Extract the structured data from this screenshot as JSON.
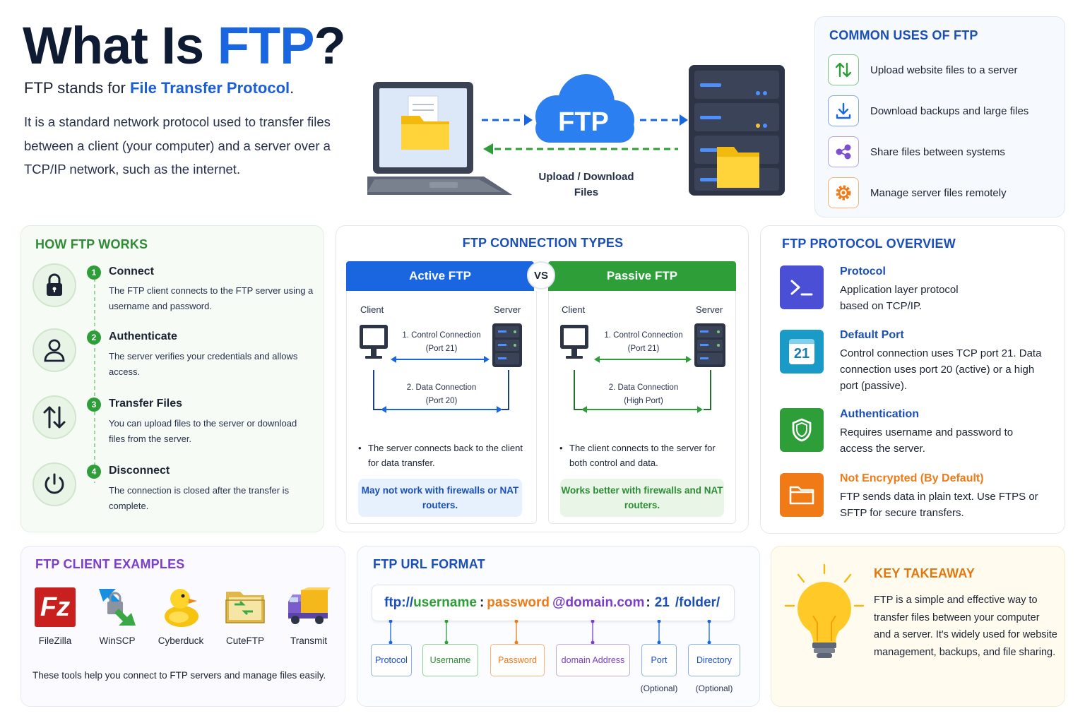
{
  "header": {
    "title_pre": "What Is ",
    "title_accent": "FTP",
    "title_post": "?",
    "subtitle_pre": "FTP stands for ",
    "subtitle_bold": "File Transfer Protocol",
    "subtitle_post": ".",
    "description": "It is a standard network protocol used to transfer files between a client (your computer) and a server over a TCP/IP network, such as the internet."
  },
  "hero": {
    "cloud_label": "FTP",
    "caption_line1": "Upload / Download",
    "caption_line2": "Files"
  },
  "common_uses": {
    "title": "COMMON USES OF FTP",
    "items": [
      {
        "label": "Upload website files to a server",
        "icon": "upload-download-icon",
        "color": "#2e9e39"
      },
      {
        "label": "Download backups and large files",
        "icon": "download-icon",
        "color": "#1a66e0"
      },
      {
        "label": "Share files between systems",
        "icon": "share-icon",
        "color": "#7b4fd0"
      },
      {
        "label": "Manage server files remotely",
        "icon": "gear-icon",
        "color": "#f07a16"
      }
    ]
  },
  "how_works": {
    "title": "HOW FTP WORKS",
    "steps": [
      {
        "num": "1",
        "title": "Connect",
        "desc": "The FTP client connects to the FTP server using a username and password.",
        "icon": "lock-icon"
      },
      {
        "num": "2",
        "title": "Authenticate",
        "desc": "The server verifies your credentials and allows access.",
        "icon": "user-icon"
      },
      {
        "num": "3",
        "title": "Transfer Files",
        "desc": "You can upload files to the server or download files from the server.",
        "icon": "transfer-icon"
      },
      {
        "num": "4",
        "title": "Disconnect",
        "desc": "The connection is closed after the transfer is complete.",
        "icon": "power-icon"
      }
    ]
  },
  "connection_types": {
    "title": "FTP CONNECTION TYPES",
    "vs": "VS",
    "active": {
      "title": "Active FTP",
      "client": "Client",
      "server": "Server",
      "conn1_line1": "1. Control Connection",
      "conn1_line2": "(Port 21)",
      "conn2_line1": "2. Data Connection",
      "conn2_line2": "(Port 20)",
      "bullet": "The server connects back to the client for data transfer.",
      "note": "May not work with firewalls or NAT routers."
    },
    "passive": {
      "title": "Passive FTP",
      "client": "Client",
      "server": "Server",
      "conn1_line1": "1. Control Connection",
      "conn1_line2": "(Port 21)",
      "conn2_line1": "2. Data Connection",
      "conn2_line2": "(High Port)",
      "bullet": "The client connects to the server for both control and data.",
      "note": "Works better with firewalls and NAT routers."
    }
  },
  "overview": {
    "title": "FTP PROTOCOL OVERVIEW",
    "items": [
      {
        "title": "Protocol",
        "desc": "Application layer protocol based on TCP/IP.",
        "icon": "terminal-icon",
        "color": "#4a4fd6"
      },
      {
        "title": "Default Port",
        "desc": "Control connection uses TCP port 21. Data connection uses port 20 (active) or a high port (passive).",
        "icon": "calendar-icon",
        "color": "#1a9ac7",
        "icon_text": "21"
      },
      {
        "title": "Authentication",
        "desc": "Requires username and password to access the server.",
        "icon": "shield-icon",
        "color": "#2e9e39"
      },
      {
        "title": "Not Encrypted (By Default)",
        "desc": "FTP sends data in plain text. Use FTPS or SFTP for secure transfers.",
        "icon": "folder-icon",
        "color": "#f07a16"
      }
    ]
  },
  "clients": {
    "title": "FTP CLIENT EXAMPLES",
    "items": [
      {
        "name": "FileZilla",
        "icon": "filezilla-logo"
      },
      {
        "name": "WinSCP",
        "icon": "winscp-logo"
      },
      {
        "name": "Cyberduck",
        "icon": "cyberduck-logo"
      },
      {
        "name": "CuteFTP",
        "icon": "cuteftp-logo"
      },
      {
        "name": "Transmit",
        "icon": "transmit-logo"
      }
    ],
    "footer": "These tools help you connect to FTP servers and manage files easily."
  },
  "url_format": {
    "title": "FTP URL FORMAT",
    "parts": {
      "scheme": "ftp://",
      "username": "username",
      "sep1": ":",
      "password": "password",
      "domain": "@domain.com",
      "sep2": ":",
      "port": "21",
      "folder": "/folder/"
    },
    "labels": [
      {
        "text": "Protocol",
        "color": "#1a66e0"
      },
      {
        "text": "Username",
        "color": "#2e9e39"
      },
      {
        "text": "Password",
        "color": "#f07a16"
      },
      {
        "text": "domain Address",
        "color": "#7b4fd0"
      },
      {
        "text": "Port",
        "color": "#1a66e0"
      },
      {
        "text": "Directory",
        "color": "#1a66e0"
      }
    ],
    "optional1": "(Optional)",
    "optional2": "(Optional)"
  },
  "takeaway": {
    "title": "KEY TAKEAWAY",
    "text": "FTP is a simple and effective way to transfer files between your computer and a server. It's widely used for website management, backups, and file sharing."
  },
  "colors": {
    "blue": "#1a66e0",
    "green": "#2e9e39",
    "purple": "#7b4fd0",
    "orange": "#f07a16",
    "navy": "#0f1b33"
  }
}
